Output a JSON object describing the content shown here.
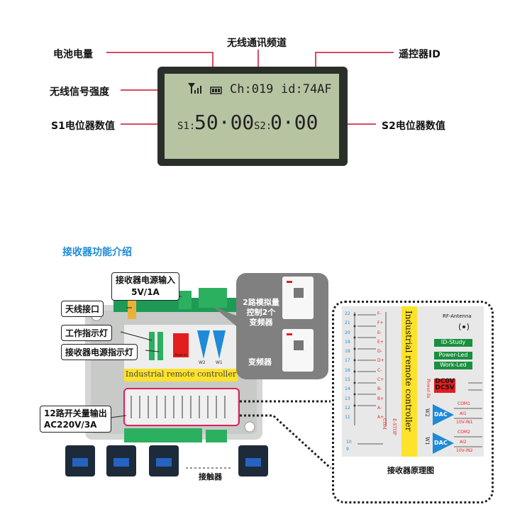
{
  "lcd_labels": {
    "battery": "电池电量",
    "channel": "无线通讯频道",
    "remote_id": "遥控器ID",
    "signal": "无线信号强度",
    "s1_value": "S1电位器数值",
    "s2_value": "S2电位器数值"
  },
  "lcd_display": {
    "channel": "Ch:019",
    "id": "id:74AF",
    "s1_prefix": "S1:",
    "s1_val": "50·00",
    "s2_prefix": "S2:",
    "s2_val": "0·00"
  },
  "receiver": {
    "title": "接收器功能介绍",
    "power_input": "接收器电源输入",
    "power_spec": "5V/1A",
    "antenna": "天线接口",
    "work_led": "工作指示灯",
    "power_led": "接收器电源指示灯",
    "switch_out_1": "12路开关量输出",
    "switch_out_2": "AC220V/3A",
    "contactor": "接触器",
    "banner": "Industrial remote controller",
    "analog_1": "2路模拟量",
    "analog_2": "控制2个",
    "analog_3": "变频器",
    "vfd": "变频器",
    "board_power": "Power-In",
    "board_w2": "W2",
    "board_w1": "W1"
  },
  "schematic": {
    "caption": "接收器原理图",
    "title": "Industrial remote controller",
    "rf": "RF-Antenna",
    "id_study": "ID-Study",
    "power_led": "Power-Led",
    "work_led": "Work-Led",
    "power_in": "Power-In",
    "dc0v": "DC0V",
    "dc5v": "DC5V",
    "w2": "W2",
    "w1": "W1",
    "dac": "DAC",
    "com1": "COM1",
    "ai1": "AI1",
    "vin1": "10V-IN1",
    "com2": "COM2",
    "ai2": "AI2",
    "vin2": "10V-IN2",
    "com": "COM",
    "estop": "E-STOP",
    "pins_left": [
      "F-",
      "F+",
      "E-",
      "E+",
      "D-",
      "D+",
      "C-",
      "C+",
      "B-",
      "B+",
      "A-",
      "A+"
    ],
    "pin_numbers": [
      "11",
      "12",
      "13",
      "14",
      "15",
      "16",
      "17",
      "18",
      "19",
      "20",
      "21",
      "22"
    ],
    "bottom_nums": [
      "10",
      "9"
    ]
  },
  "colors": {
    "accent": "#1e8ad8",
    "lcd": "#b7c4a2",
    "red": "#e21e1e",
    "green": "#1a8f3e",
    "yellow": "#ffe22a"
  }
}
